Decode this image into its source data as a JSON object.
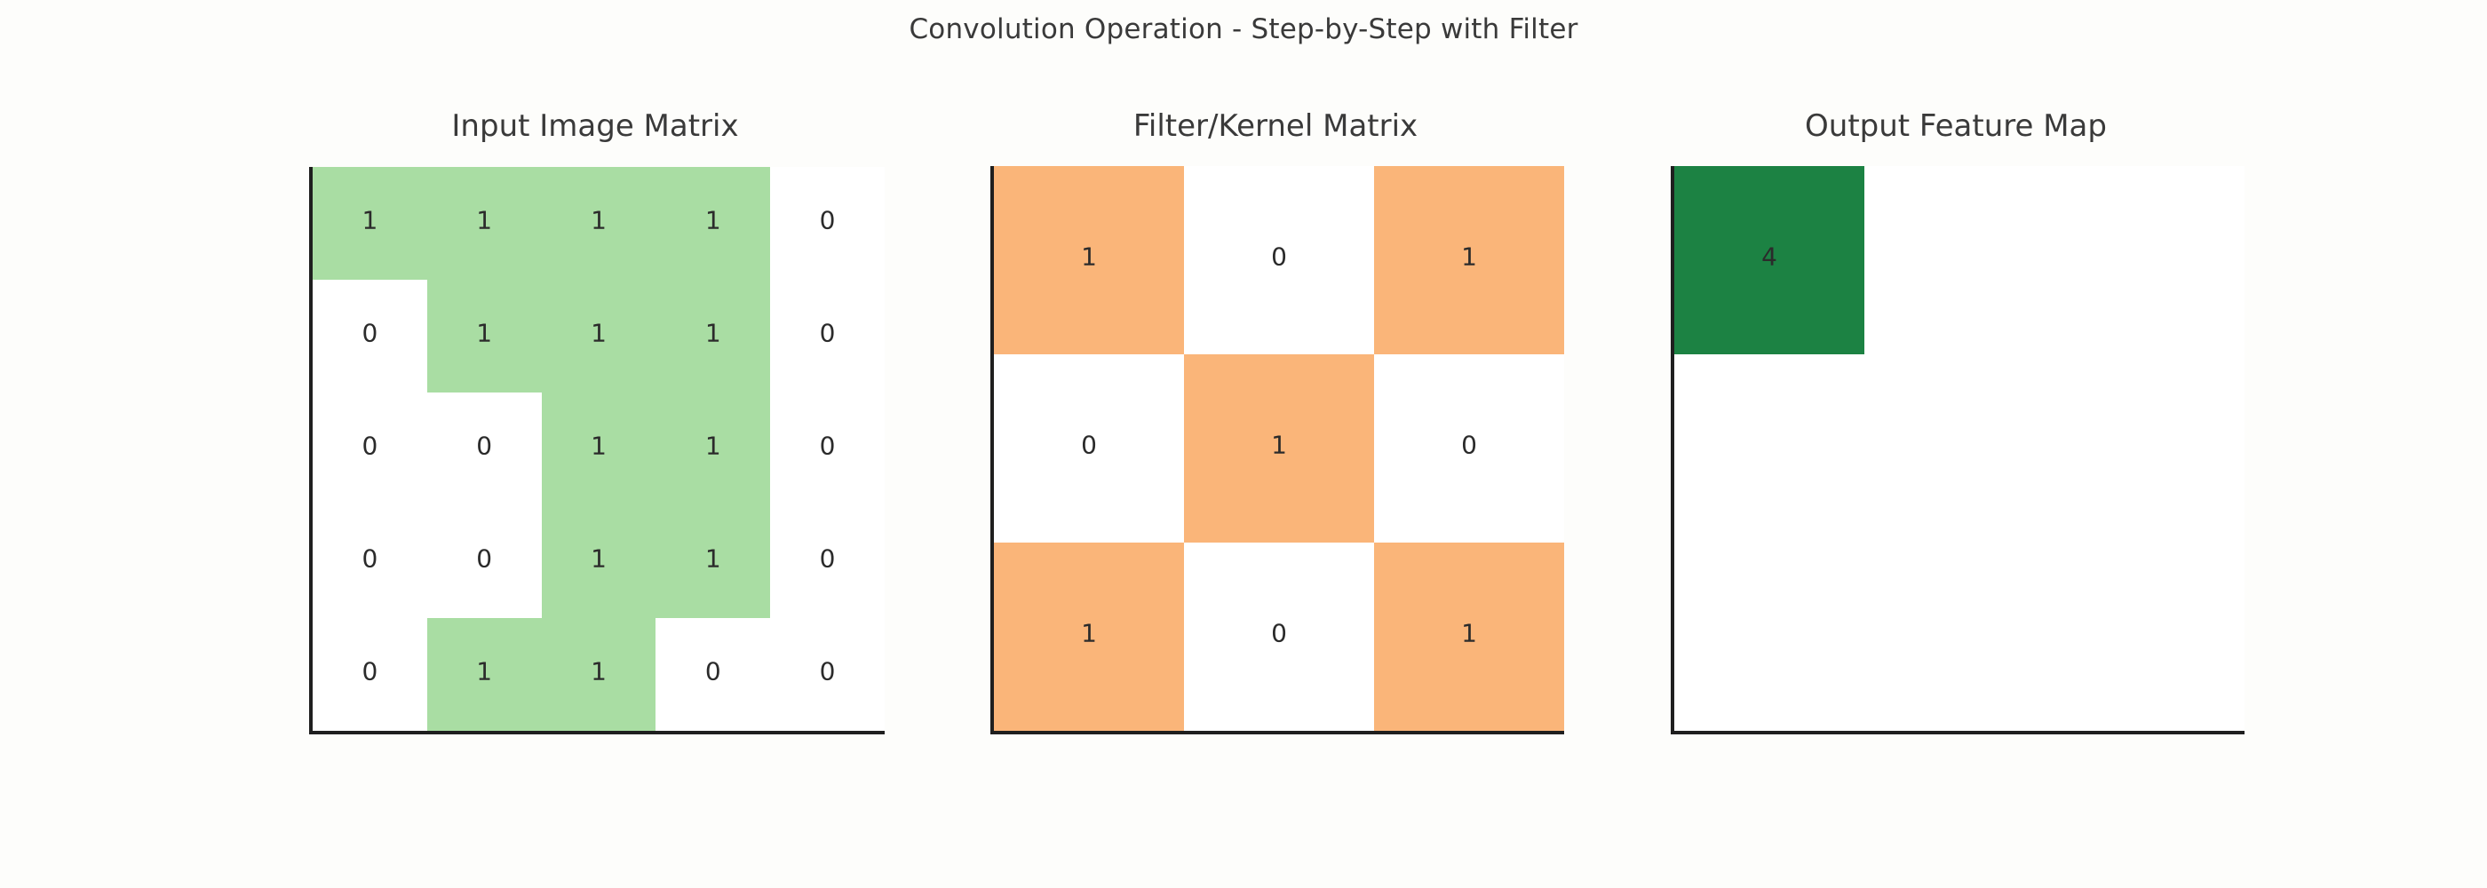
{
  "figure": {
    "title": "Convolution Operation - Step-by-Step with Filter",
    "background": "#fdfdfb",
    "text_color": "#2b2b2b"
  },
  "colors": {
    "input_highlight": "#a9dda3",
    "input_empty": "#ffffff",
    "filter_highlight": "#fab579",
    "filter_empty": "#ffffff",
    "output_highlight": "#1c8243",
    "output_empty": "#ffffff",
    "spine": "#1f1f1f"
  },
  "panels": [
    {
      "id": "input",
      "title": "Input Image Matrix",
      "rows": 5,
      "cols": 5,
      "values": [
        [
          "1",
          "1",
          "1",
          "1",
          "0"
        ],
        [
          "0",
          "1",
          "1",
          "1",
          "0"
        ],
        [
          "0",
          "0",
          "1",
          "1",
          "0"
        ],
        [
          "0",
          "0",
          "1",
          "1",
          "0"
        ],
        [
          "0",
          "1",
          "1",
          "0",
          "0"
        ]
      ]
    },
    {
      "id": "filter",
      "title": "Filter/Kernel Matrix",
      "rows": 3,
      "cols": 3,
      "values": [
        [
          "1",
          "0",
          "1"
        ],
        [
          "0",
          "1",
          "0"
        ],
        [
          "1",
          "0",
          "1"
        ]
      ]
    },
    {
      "id": "output",
      "title": "Output Feature Map",
      "rows": 3,
      "cols": 3,
      "values": [
        [
          "4",
          "",
          ""
        ],
        [
          "",
          "",
          ""
        ],
        [
          "",
          "",
          ""
        ]
      ]
    }
  ],
  "chart_data": {
    "type": "heatmap",
    "title": "Convolution Operation - Step-by-Step with Filter",
    "grid": false,
    "legend": "none",
    "panels": [
      {
        "name": "Input Image Matrix",
        "type": "heatmap",
        "shape": [
          5,
          5
        ],
        "matrix": [
          [
            1,
            1,
            1,
            1,
            0
          ],
          [
            0,
            1,
            1,
            1,
            0
          ],
          [
            0,
            0,
            1,
            1,
            0
          ],
          [
            0,
            0,
            1,
            1,
            0
          ],
          [
            0,
            1,
            1,
            0,
            0
          ]
        ],
        "cell_colors": {
          "1": "#a9dda3",
          "0": "#ffffff"
        },
        "xlabel": "",
        "ylabel": "",
        "annotations": "cell values shown as text"
      },
      {
        "name": "Filter/Kernel Matrix",
        "type": "heatmap",
        "shape": [
          3,
          3
        ],
        "matrix": [
          [
            1,
            0,
            1
          ],
          [
            0,
            1,
            0
          ],
          [
            1,
            0,
            1
          ]
        ],
        "cell_colors": {
          "1": "#fab579",
          "0": "#ffffff"
        },
        "xlabel": "",
        "ylabel": "",
        "annotations": "cell values shown as text"
      },
      {
        "name": "Output Feature Map",
        "type": "heatmap",
        "shape": [
          3,
          3
        ],
        "matrix": [
          [
            4,
            null,
            null
          ],
          [
            null,
            null,
            null
          ],
          [
            null,
            null,
            null
          ]
        ],
        "cell_colors": {
          "4": "#1c8243",
          "null": "#ffffff"
        },
        "xlabel": "",
        "ylabel": "",
        "annotations": "only first output cell computed: value 4"
      }
    ]
  }
}
